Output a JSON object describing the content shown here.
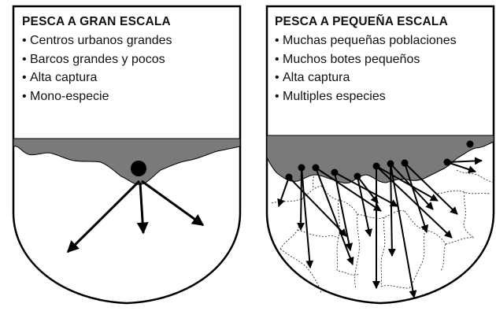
{
  "panels": {
    "large": {
      "title": "PESCA A GRAN ESCALA",
      "bullets": [
        "Centros urbanos grandes",
        "Barcos grandes y pocos",
        "Alta captura",
        "Mono-especie"
      ]
    },
    "small": {
      "title": "PESCA A PEQUEÑA ESCALA",
      "bullets": [
        "Muchas pequeñas poblaciones",
        "Muchos botes pequeños",
        "Alta captura",
        "Multiples especies"
      ]
    }
  },
  "bullet_glyph": "•",
  "colors": {
    "land": "#7a7a7a",
    "outline": "#000000",
    "background": "#ffffff",
    "zone_lines": "#333333"
  }
}
